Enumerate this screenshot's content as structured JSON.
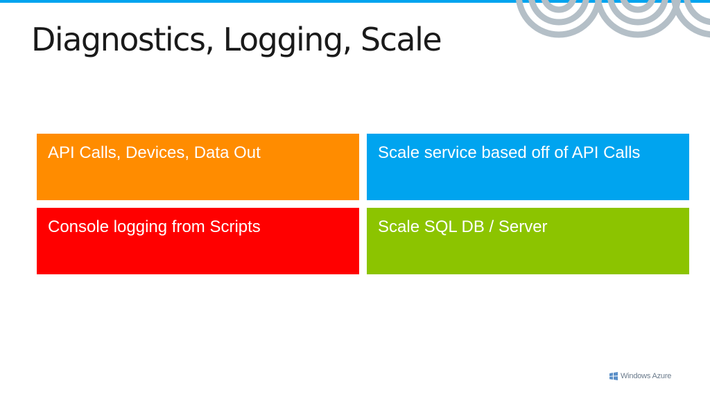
{
  "slide": {
    "title": "Diagnostics, Logging, Scale"
  },
  "tiles": [
    {
      "text": "API Calls, Devices, Data Out",
      "color": "#ff8c00"
    },
    {
      "text": "Scale service based off of API Calls",
      "color": "#00a4ef"
    },
    {
      "text": "Console logging from Scripts",
      "color": "#ff0000"
    },
    {
      "text": "Scale SQL DB / Server",
      "color": "#8cc400"
    }
  ],
  "footer": {
    "logo_text": "Windows Azure",
    "logo_icon": "windows-flag-icon"
  },
  "colors": {
    "accent_bar": "#00a4ef",
    "rings": "#b4bfc7"
  }
}
